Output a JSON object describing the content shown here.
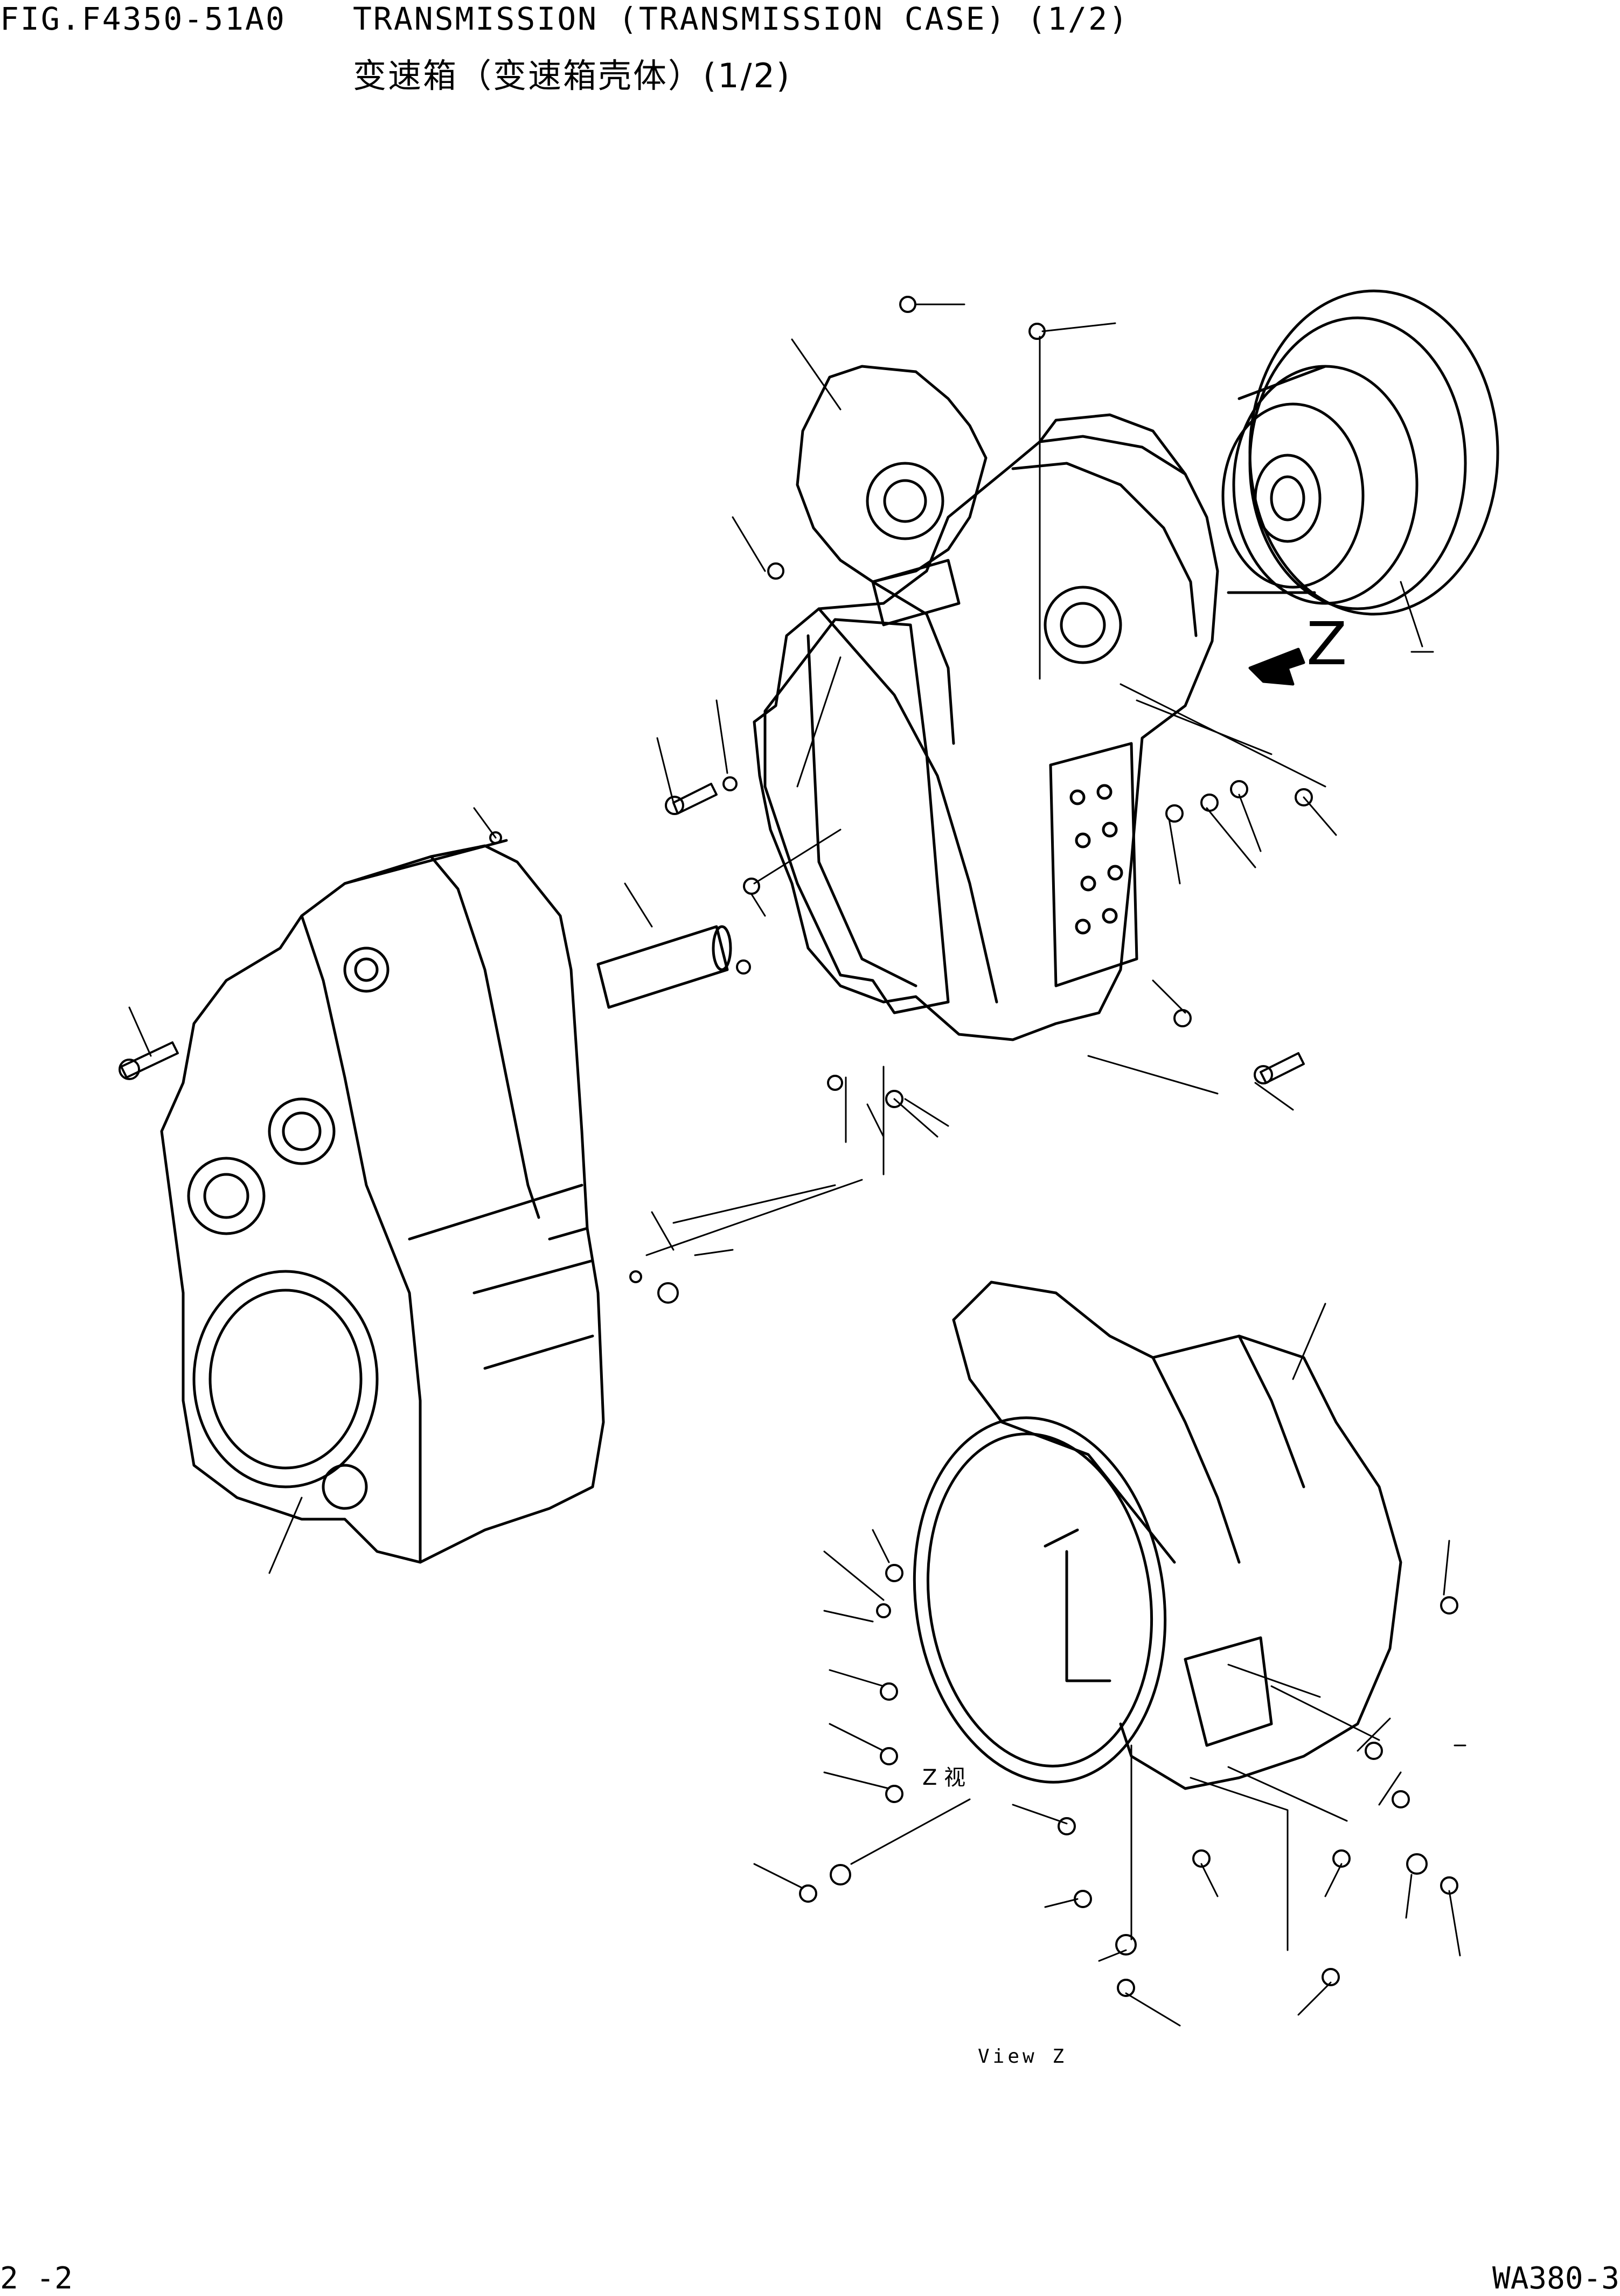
{
  "header": {
    "figure_number": "FIG.F4350-51A0",
    "title_en": "TRANSMISSION (TRANSMISSION CASE) (1/2)",
    "title_zh": "变速箱（变速箱壳体）(1/2)"
  },
  "diagram": {
    "direction_label": "Z",
    "z_view_label": "Z 视",
    "view_caption": "View Z"
  },
  "footer": {
    "page_number": "2 -2",
    "model": "WA380-3"
  },
  "colors": {
    "line": "#000000",
    "background": "#ffffff"
  }
}
